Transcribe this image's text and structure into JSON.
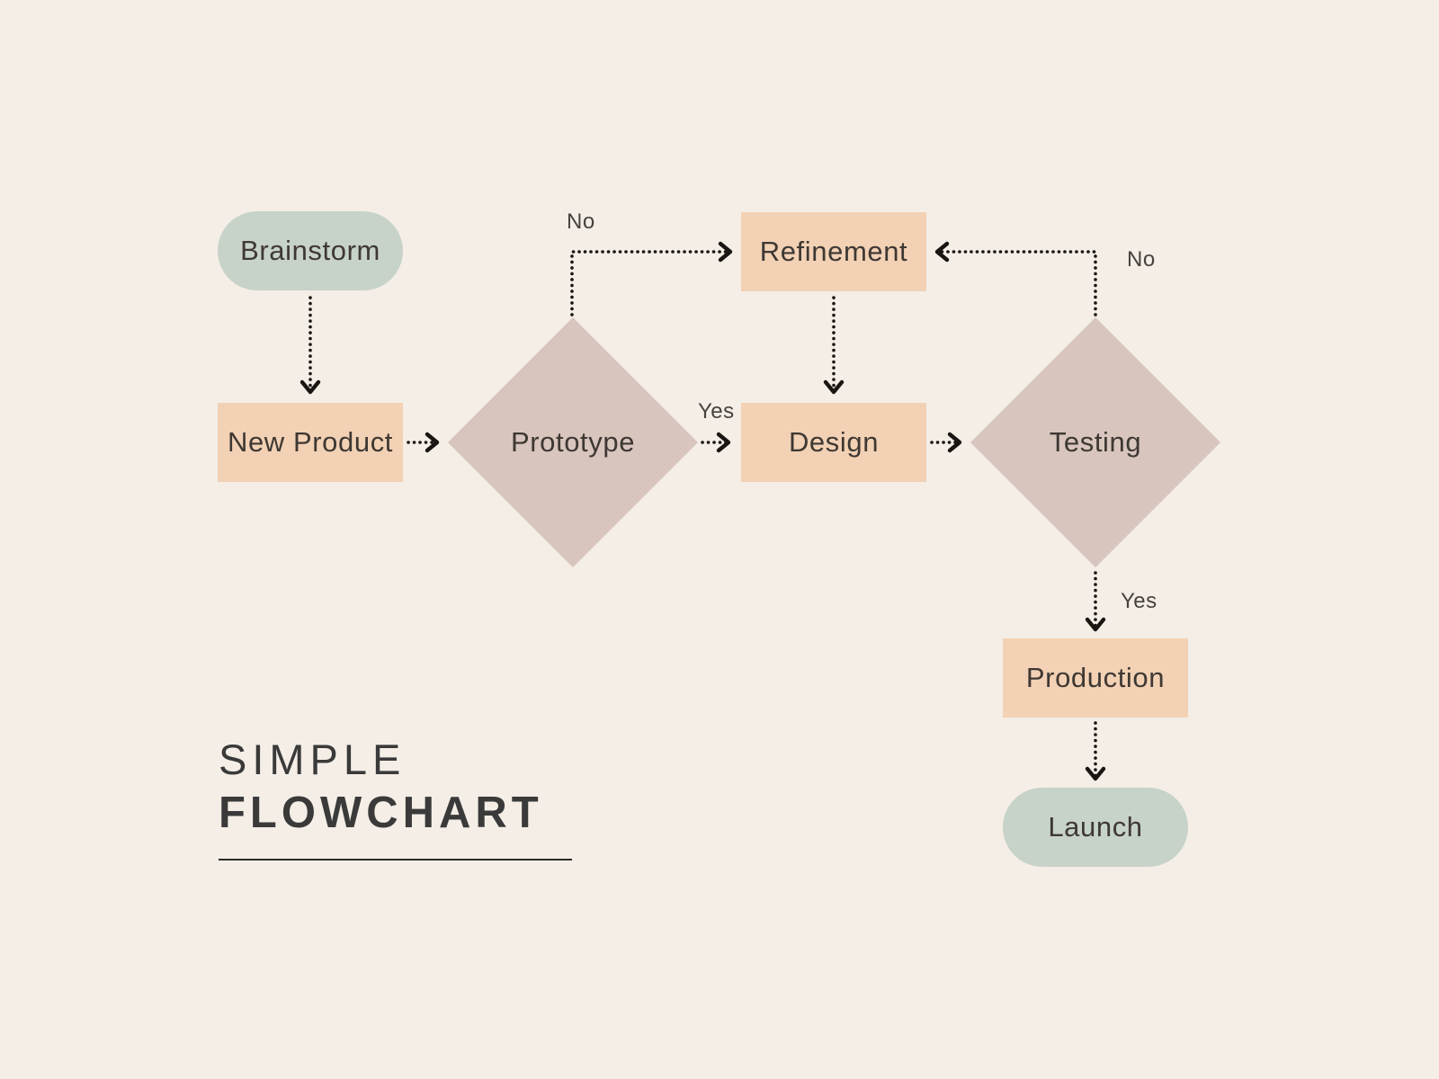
{
  "palette": {
    "canvas_bg": "#f4eee6",
    "terminal_fill": "#c7d2c8",
    "process_fill": "#f2d1b4",
    "decision_fill": "#d8c5bd",
    "arrow": "#181512",
    "node_text": "#3e3833",
    "title_text": "#3a3a3a",
    "label_text": "#46423d",
    "rule": "#2c2a27"
  },
  "title": {
    "line1": "SIMPLE",
    "line2": "FLOWCHART"
  },
  "nodes": {
    "brainstorm": {
      "label": "Brainstorm",
      "type": "terminal"
    },
    "new_product": {
      "label": "New Product",
      "type": "process"
    },
    "prototype": {
      "label": "Prototype",
      "type": "decision"
    },
    "refinement": {
      "label": "Refinement",
      "type": "process"
    },
    "design": {
      "label": "Design",
      "type": "process"
    },
    "testing": {
      "label": "Testing",
      "type": "decision"
    },
    "production": {
      "label": "Production",
      "type": "process"
    },
    "launch": {
      "label": "Launch",
      "type": "terminal"
    }
  },
  "edge_labels": {
    "prototype_no": "No",
    "prototype_yes": "Yes",
    "testing_no": "No",
    "testing_yes": "Yes"
  },
  "edges": [
    {
      "from": "brainstorm",
      "to": "new_product",
      "label": ""
    },
    {
      "from": "new_product",
      "to": "prototype",
      "label": ""
    },
    {
      "from": "prototype",
      "to": "refinement",
      "label": "No"
    },
    {
      "from": "prototype",
      "to": "design",
      "label": "Yes"
    },
    {
      "from": "refinement",
      "to": "design",
      "label": ""
    },
    {
      "from": "design",
      "to": "testing",
      "label": ""
    },
    {
      "from": "testing",
      "to": "refinement",
      "label": "No"
    },
    {
      "from": "testing",
      "to": "production",
      "label": "Yes"
    },
    {
      "from": "production",
      "to": "launch",
      "label": ""
    }
  ]
}
